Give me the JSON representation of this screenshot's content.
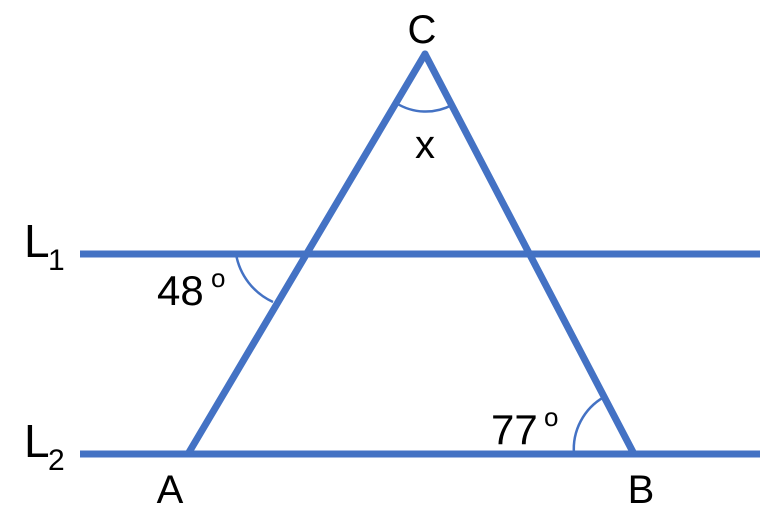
{
  "diagram": {
    "colors": {
      "line": "#4472C4",
      "text": "#000000",
      "background": "#FFFFFF"
    },
    "vertices": {
      "top": "C",
      "left": "A",
      "right": "B"
    },
    "lines": {
      "upper": {
        "letter": "L",
        "subscript": "1"
      },
      "lower": {
        "letter": "L",
        "subscript": "2"
      }
    },
    "angles": {
      "apex": {
        "label": "x"
      },
      "alternate": {
        "value": "48",
        "degree_mark": "o"
      },
      "base_right": {
        "value": "77",
        "degree_mark": "o"
      }
    }
  }
}
